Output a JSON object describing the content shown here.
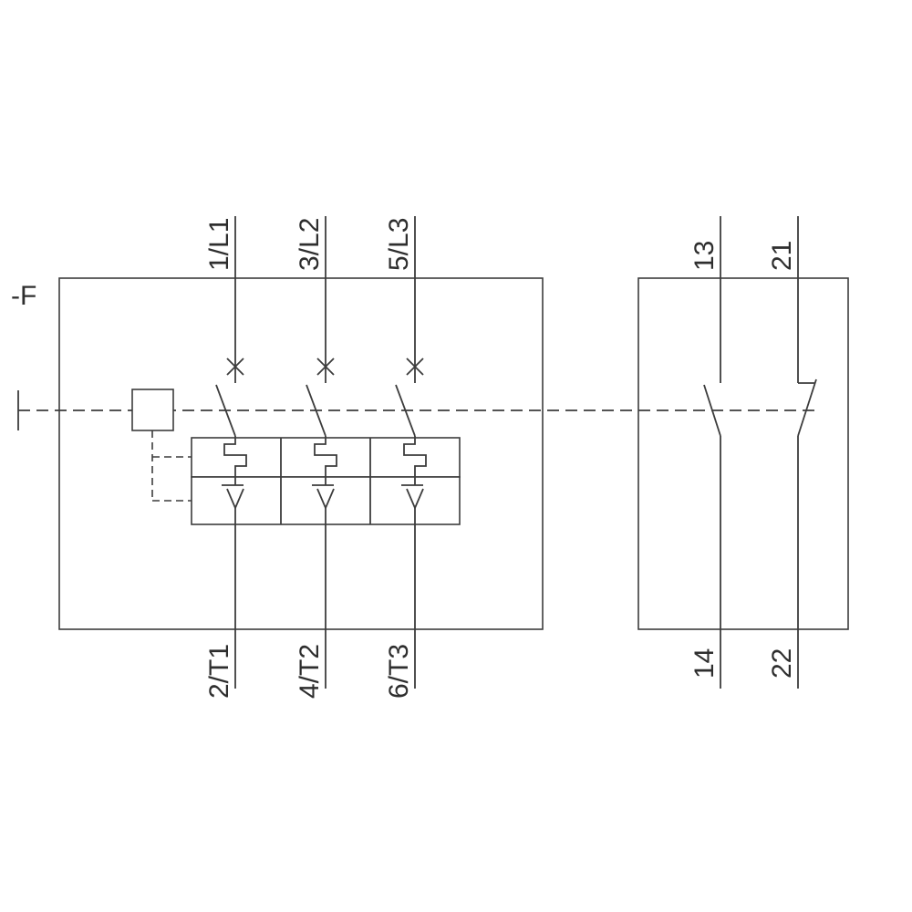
{
  "diagram": {
    "type": "electrical-schematic-motor-starter-protector",
    "device_label": "-F",
    "main_unit": {
      "top_terminals": [
        "1/L1",
        "3/L2",
        "5/L3"
      ],
      "bottom_terminals": [
        "2/T1",
        "4/T2",
        "6/T3"
      ]
    },
    "aux_unit": {
      "top_terminals": [
        "13",
        "21"
      ],
      "bottom_terminals": [
        "14",
        "22"
      ]
    },
    "symbols": {
      "manual_operator": "T-handle-bar",
      "actuator": "square-box",
      "pole_break": "x-cross-over-switch-contact",
      "thermal_release": "square-wave-jog",
      "magnetic_release": "bar-over-V",
      "linkage": "dashed-line"
    },
    "colors": {
      "line": "#3c3c3c",
      "background": "#ffffff"
    }
  }
}
